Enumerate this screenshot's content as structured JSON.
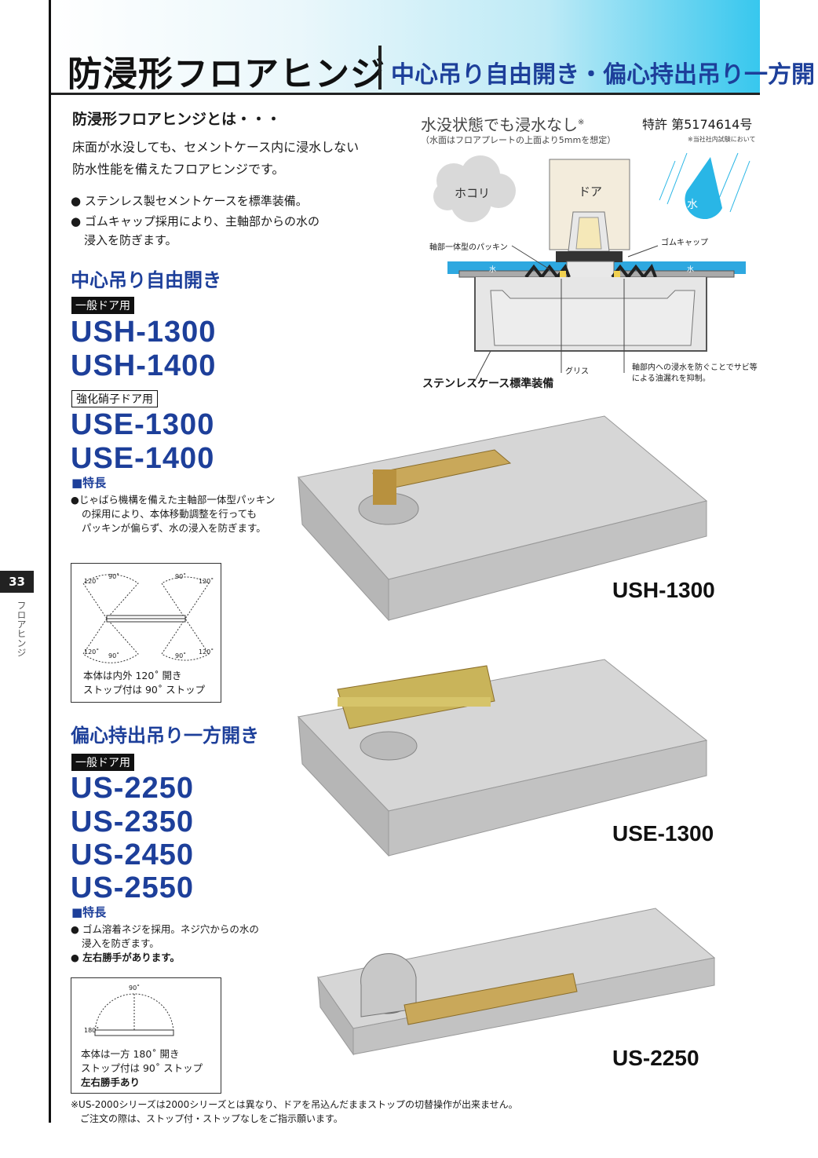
{
  "header": {
    "title": "防浸形フロアヒンジ",
    "subtitle": "中心吊り自由開き・偏心持出吊り一方開き"
  },
  "intro": {
    "heading": "防浸形フロアヒンジとは・・・",
    "line1": "床面が水没しても、セメントケース内に浸水しない",
    "line2": "防水性能を備えたフロアヒンジです。",
    "bullet1": "● ステンレス製セメントケースを標準装備。",
    "bullet2a": "● ゴムキャップ採用により、主軸部からの水の",
    "bullet2b": "浸入を防ぎます。"
  },
  "diagram": {
    "title": "水没状態でも浸水なし",
    "title_mark": "※",
    "subnote": "（水面はフロアプレートの上面より5mmを想定）",
    "patent": "特許 第5174614号",
    "test_note": "※当社社内試験において",
    "label_dust": "ホコリ",
    "label_door": "ドア",
    "label_water": "水",
    "label_packing": "軸部一体型のパッキン",
    "label_cap": "ゴムキャップ",
    "label_water_left": "水",
    "label_water_right": "水",
    "label_grease": "グリス",
    "label_case": "ステンレスケース標準装備",
    "label_shaft1": "軸部内への浸水を防ぐことでサビ等",
    "label_shaft2": "による油漏れを抑制。"
  },
  "section1": {
    "heading": "中心吊り自由開き",
    "tag_general": "一般ドア用",
    "models_general": [
      "USH-1300",
      "USH-1400"
    ],
    "tag_glass": "強化硝子ドア用",
    "models_glass": [
      "USE-1300",
      "USE-1400"
    ],
    "feature_heading": "■特長",
    "feature_lines": [
      "●じゃばら機構を備えた主軸部一体型パッキン",
      "の採用により、本体移動調整を行っても",
      "パッキンが偏らず、水の浸入を防ぎます。"
    ],
    "angles": {
      "a90": "90˚",
      "a120": "120˚"
    },
    "diagram_note1": "本体は内外 120˚ 開き",
    "diagram_note2": "ストップ付は 90˚ ストップ"
  },
  "section2": {
    "heading": "偏心持出吊り一方開き",
    "tag_general": "一般ドア用",
    "models": [
      "US-2250",
      "US-2350",
      "US-2450",
      "US-2550"
    ],
    "feature_heading": "■特長",
    "feature_lines": [
      "● ゴム溶着ネジを採用。ネジ穴からの水の",
      "浸入を防ぎます。"
    ],
    "feature_bold": "● 左右勝手があります。",
    "angles": {
      "a90": "90˚",
      "a180": "180˚"
    },
    "diagram_note1": "本体は一方 180˚ 開き",
    "diagram_note2": "ストップ付は 90˚ ストップ",
    "diagram_note3": "左右勝手あり"
  },
  "products": {
    "label1": "USH-1300",
    "label2": "USE-1300",
    "label3": "US-2250"
  },
  "footnote": {
    "line1": "※US-2000シリーズは2000シリーズとは異なり、ドアを吊込んだままストップの切替操作が出来ません。",
    "line2": "ご注文の際は、ストップ付・ストップなしをご指示願います。"
  },
  "page": {
    "number": "33",
    "side_label": "フロアヒンジ"
  },
  "colors": {
    "accent_blue": "#1d3f9a",
    "header_cyan": "#37c7ee"
  }
}
